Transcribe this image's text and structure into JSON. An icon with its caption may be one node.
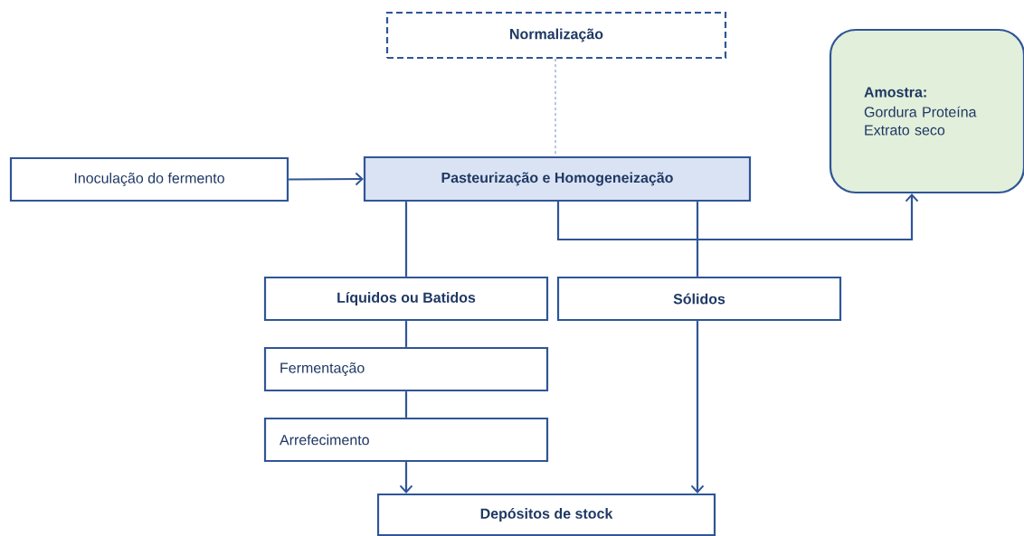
{
  "diagram": {
    "nodes": [
      {
        "text": [
          "Normalização"
        ]
      },
      {
        "text": [
          "Amostra:",
          "Gordura Proteína Extrato seco"
        ]
      },
      {
        "text": [
          "Inoculação do fermento"
        ]
      },
      {
        "text": [
          "Pasteurização e Homogeneização"
        ]
      },
      {
        "text": [
          "Líquidos ou Batidos"
        ]
      },
      {
        "text": [
          "Sólidos"
        ]
      },
      {
        "text": [
          "Fermentação"
        ]
      },
      {
        "text": [
          "Arrefecimento"
        ]
      },
      {
        "text": [
          "Depósitos de stock"
        ]
      }
    ],
    "edges": [
      {
        "from": 0,
        "to": 3,
        "arrow": "none",
        "style": "dashed",
        "color": "#4472c4"
      },
      {
        "from": 2,
        "to": 3,
        "arrow": "to"
      },
      {
        "from": 3,
        "to": 4,
        "arrow": "none"
      },
      {
        "from": 3,
        "to": 5,
        "arrow": "none"
      },
      {
        "from": 3,
        "to": 1,
        "arrow": "to"
      },
      {
        "from": 5,
        "to": 8,
        "arrow": "to"
      },
      {
        "from": 4,
        "to": 6,
        "arrow": "none"
      },
      {
        "from": 6,
        "to": 7,
        "arrow": "none"
      },
      {
        "from": 7,
        "to": 8,
        "arrow": "to"
      }
    ]
  }
}
